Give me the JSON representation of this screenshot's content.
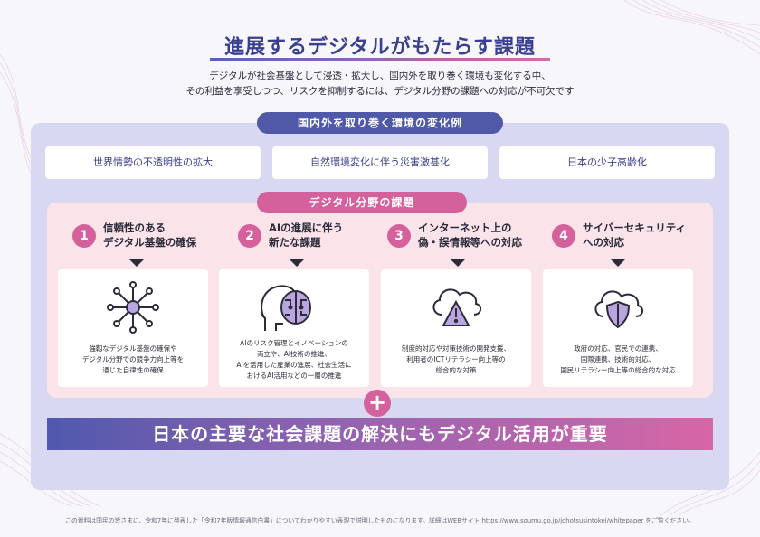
{
  "header": {
    "title": "進展するデジタルがもたらす課題",
    "lead_line1": "デジタルが社会基盤として浸透・拡大し、国内外を取り巻く環境も変化する中、",
    "lead_line2": "その利益を享受しつつ、リスクを抑制するには、デジタル分野の課題への対応が不可欠です"
  },
  "environment": {
    "heading": "国内外を取り巻く環境の変化例",
    "items": [
      "世界情勢の不透明性の拡大",
      "自然環境変化に伴う災害激甚化",
      "日本の少子高齢化"
    ]
  },
  "digital": {
    "heading": "デジタル分野の課題",
    "issues": [
      {
        "number": "1",
        "title_line1": "信頼性のある",
        "title_line2": "デジタル基盤の確保",
        "icon": "network-icon",
        "text_line1": "強靱なデジタル基盤の確保や",
        "text_line2": "デジタル分野での競争力向上等を",
        "text_line3": "通じた自律性の確保",
        "text_line4": ""
      },
      {
        "number": "2",
        "title_line1": "AIの進展に伴う",
        "title_line2": "新たな課題",
        "icon": "ai-brain-icon",
        "text_line1": "AIのリスク管理とイノベーションの",
        "text_line2": "両立や、AI技術の推進、",
        "text_line3": "AIを活用した産業の進展、社会生活に",
        "text_line4": "おけるAI活用などの一層の推進"
      },
      {
        "number": "3",
        "title_line1": "インターネット上の",
        "title_line2": "偽・誤情報等への対応",
        "icon": "cloud-warning-icon",
        "text_line1": "制度的対応や対策技術の開発支援、",
        "text_line2": "利用者のICTリテラシー向上等の",
        "text_line3": "総合的な対策",
        "text_line4": ""
      },
      {
        "number": "4",
        "title_line1": "サイバーセキュリティ",
        "title_line2": "への対応",
        "icon": "cloud-shield-icon",
        "text_line1": "政府の対応、官民での連携、",
        "text_line2": "国際連携、技術的対応、",
        "text_line3": "国民リテラシー向上等の総合的な対応",
        "text_line4": ""
      }
    ]
  },
  "plus_symbol": "+",
  "banner": "日本の主要な社会課題の解決にもデジタル活用が重要",
  "footer": "この資料は国民の皆さまに、令和7年に発表した「令和7年版情報通信白書」についてわかりやすい表現で説明したものになります。詳細はWEBサイト https://www.soumu.go.jp/johotsusintokei/whitepaper をご覧ください。",
  "colors": {
    "accent_blue": "#4f59a8",
    "accent_pink": "#d4619c",
    "panel": "#d9d8f3",
    "pink_area": "#fbe3ea"
  }
}
